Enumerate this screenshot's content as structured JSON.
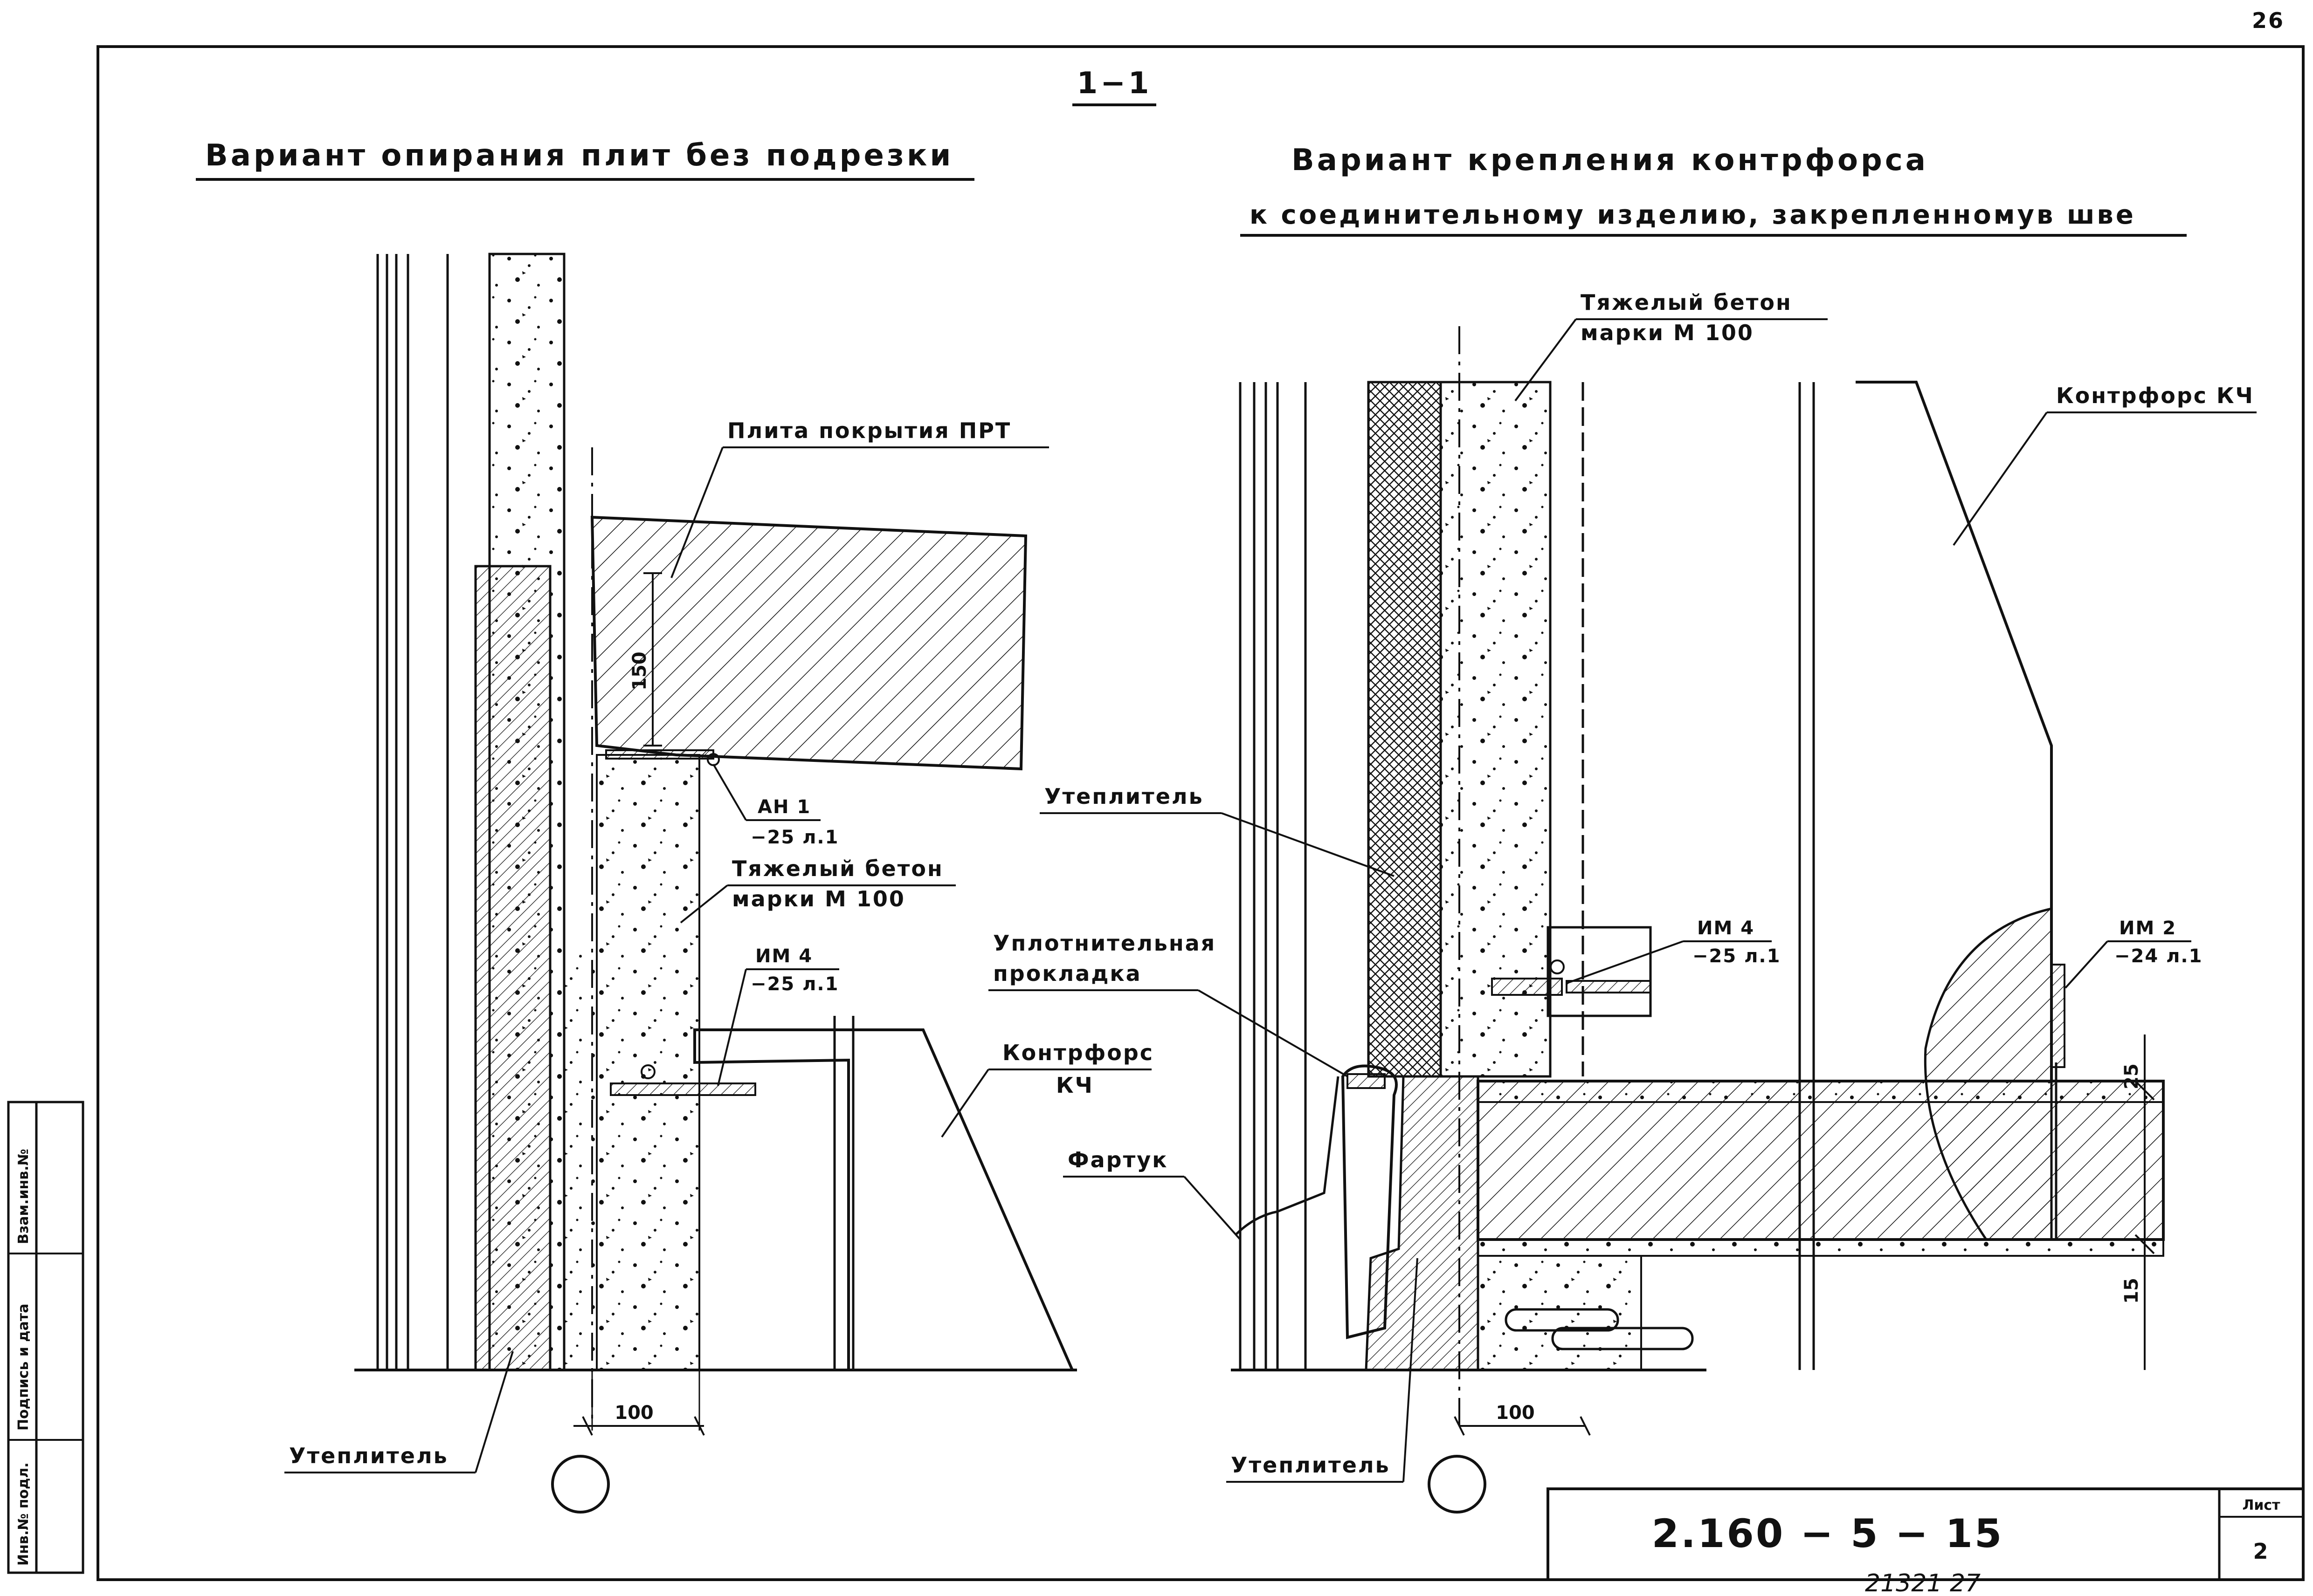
{
  "page_number": "26",
  "section_mark": "1−1",
  "left_detail": {
    "title": "Вариант опирания плит без подрезки",
    "labels": {
      "slab": "Плита покрытия ПРТ",
      "mark_an1": "АН 1",
      "mark_an1_ref": "−25 л.1",
      "heavy_concrete_1": "Тяжелый бетон",
      "heavy_concrete_2": "марки М 100",
      "mark_im4": "ИМ 4",
      "mark_im4_ref": "−25 л.1",
      "buttress_1": "Контрфорс",
      "buttress_2": "КЧ",
      "insulation": "Утеплитель"
    },
    "dims": {
      "height": "150",
      "width": "100"
    }
  },
  "right_detail": {
    "title_line1": "Вариант крепления контрфорса",
    "title_line2": "к соединительному изделию, закрепленномув шве",
    "labels": {
      "heavy_concrete_1": "Тяжелый бетон",
      "heavy_concrete_2": "марки М 100",
      "buttress": "Контрфорс КЧ",
      "insulation_top": "Утеплитель",
      "seal_1": "Уплотнительная",
      "seal_2": "прокладка",
      "apron": "Фартук",
      "mark_im4": "ИМ 4",
      "mark_im4_ref": "−25 л.1",
      "mark_im2": "ИМ 2",
      "mark_im2_ref": "−24 л.1",
      "insulation_bottom": "Утеплитель"
    },
    "dims": {
      "top": "25",
      "bottom": "15",
      "width": "100"
    }
  },
  "title_block": {
    "doc_number": "2.160 − 5 − 15",
    "sheet_label": "Лист",
    "sheet_value": "2"
  },
  "side_stamp": [
    "Инв.№ подл.",
    "Подпись и дата",
    "Взам.инв.№"
  ],
  "footer_handwritten": "21321   27"
}
